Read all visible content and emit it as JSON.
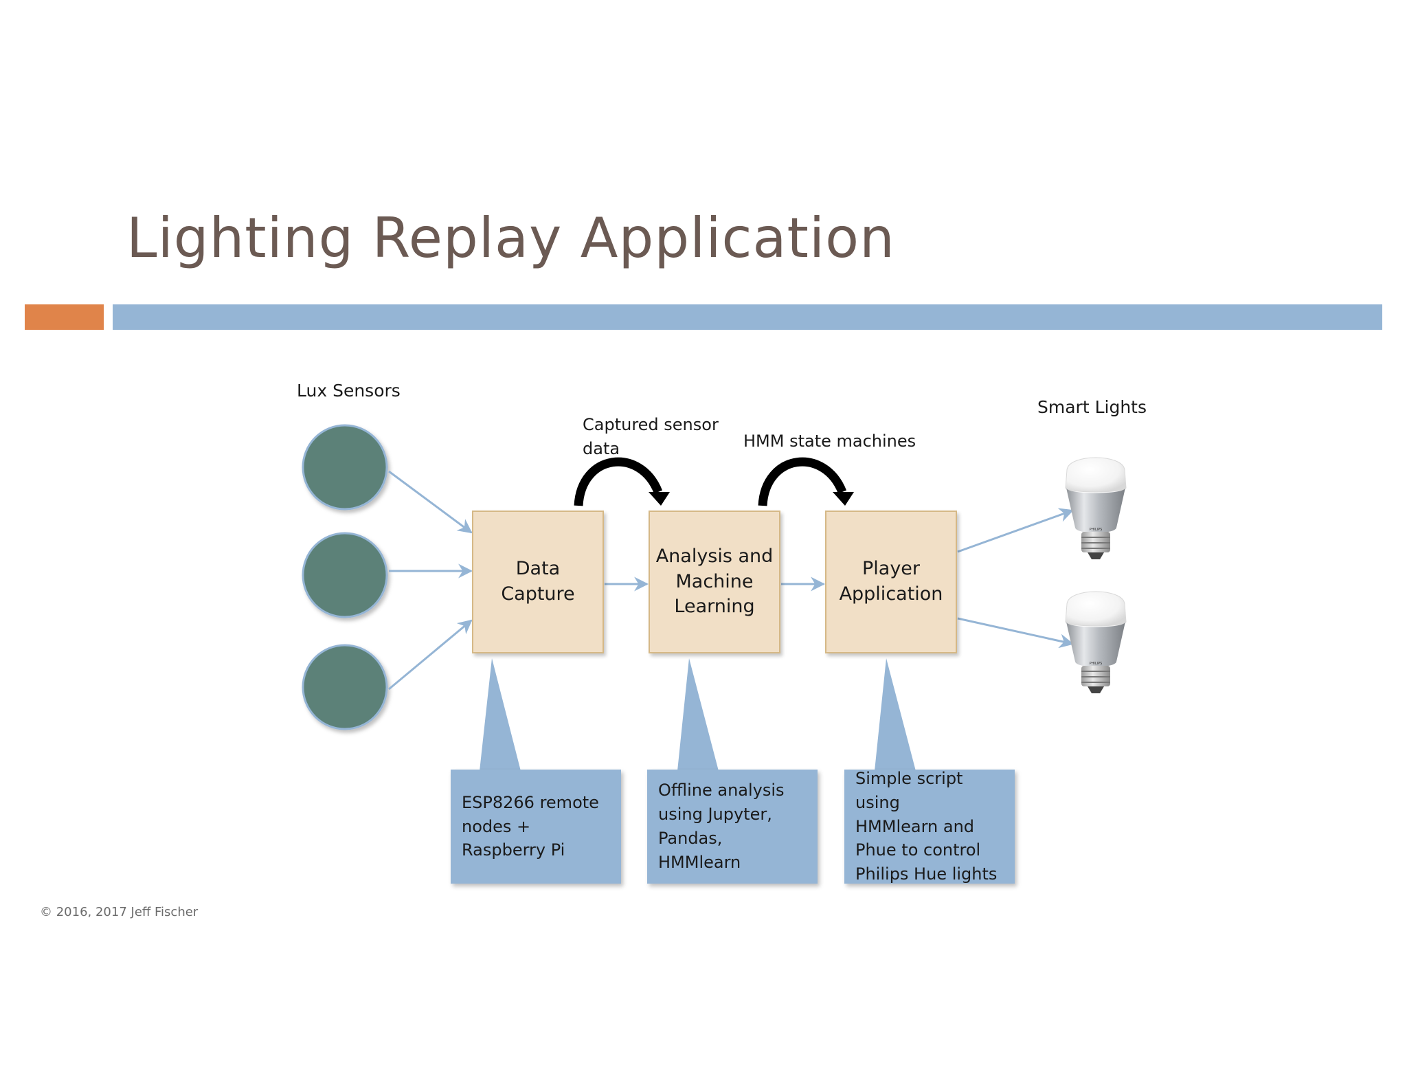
{
  "slide": {
    "title": "Lighting Replay Application",
    "copyright": "© 2016, 2017 Jeff Fischer",
    "colors": {
      "title": "#6b5a53",
      "accent_bar": "#e0844a",
      "main_bar": "#95b5d5",
      "sensor_fill": "#5b8178",
      "box_fill": "#f1dfc6",
      "callout_fill": "#95b5d5",
      "connector": "#95b5d5"
    }
  },
  "diagram": {
    "sensors_label": "Lux Sensors",
    "lights_label": "Smart Lights",
    "flow_labels": {
      "captured": "Captured sensor\ndata",
      "hmm": "HMM state machines"
    },
    "boxes": {
      "capture": "Data\nCapture",
      "analysis": "Analysis and\nMachine\nLearning",
      "player": "Player\nApplication"
    },
    "callouts": {
      "capture": "ESP8266 remote\nnodes +\nRaspberry Pi",
      "analysis": "Offline analysis\nusing Jupyter,\nPandas,\nHMMlearn",
      "player": "Simple script using\nHMMlearn and\nPhue to control\nPhilips Hue lights"
    },
    "bulb_brand": "PHILIPS",
    "sensor_count": 3,
    "bulb_count": 2,
    "icons": [
      "sensor-circle",
      "curved-arrow",
      "light-bulb-icon"
    ]
  }
}
